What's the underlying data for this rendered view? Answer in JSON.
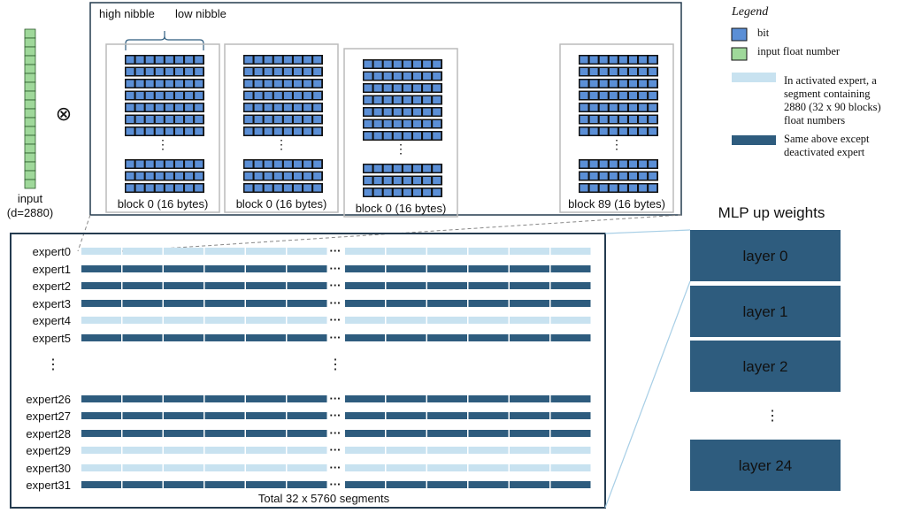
{
  "input": {
    "label": "input",
    "dim": "(d=2880)"
  },
  "operator": "⊗",
  "nibbles": {
    "high": "high nibble",
    "low": "low nibble"
  },
  "blocks": [
    {
      "label": "block 0 (16 bytes)"
    },
    {
      "label": "block 0 (16 bytes)"
    },
    {
      "label": "block 0 (16 bytes)"
    },
    {
      "label": "block 89 (16 bytes)"
    }
  ],
  "legend": {
    "title": "Legend",
    "items": [
      {
        "label": [
          "bit"
        ],
        "color": "#5b8fd6"
      },
      {
        "label": [
          "input float number"
        ],
        "color": "#9fd89a"
      },
      {
        "label": [
          "In activated expert, a",
          "segment containing",
          "2880 (32 x 90 blocks)",
          "float numbers"
        ],
        "color": "#c8e2f0"
      },
      {
        "label": [
          "Same above except",
          "deactivated expert"
        ],
        "color": "#2e5c7e"
      }
    ]
  },
  "experts": [
    {
      "name": "expert0",
      "active": true
    },
    {
      "name": "expert1",
      "active": false
    },
    {
      "name": "expert2",
      "active": false
    },
    {
      "name": "expert3",
      "active": false
    },
    {
      "name": "expert4",
      "active": true
    },
    {
      "name": "expert5",
      "active": false
    },
    {
      "name": "expert26",
      "active": false
    },
    {
      "name": "expert27",
      "active": false
    },
    {
      "name": "expert28",
      "active": false
    },
    {
      "name": "expert29",
      "active": true
    },
    {
      "name": "expert30",
      "active": true
    },
    {
      "name": "expert31",
      "active": false
    }
  ],
  "total_label": "Total 32 x 5760 segments",
  "mlp": {
    "title": "MLP up weights",
    "layers": [
      "layer 0",
      "layer 1",
      "layer 2",
      "layer 24"
    ]
  },
  "colors": {
    "dark": "#2e5c7e",
    "light": "#c8e2f0",
    "bit": "#5b8fd6",
    "input": "#9fd89a",
    "frame": "#243b4f"
  }
}
